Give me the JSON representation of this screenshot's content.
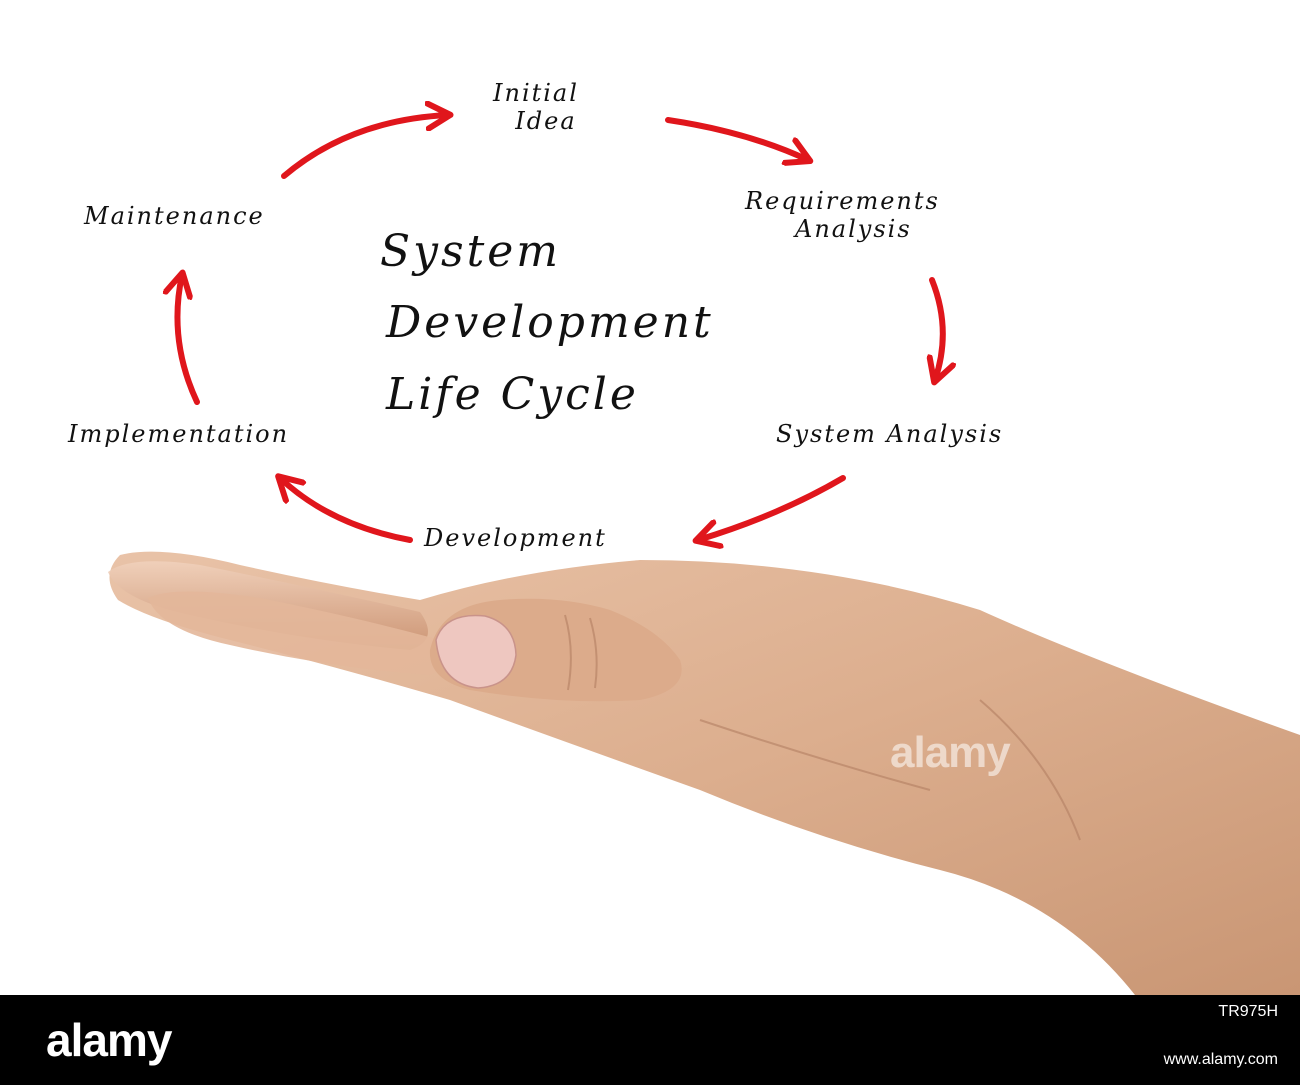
{
  "diagram": {
    "title_lines": [
      "System",
      "Development",
      "Life Cycle"
    ],
    "stages": {
      "initial_idea": [
        "Initial",
        "Idea"
      ],
      "requirements_analysis": [
        "Requirements",
        "Analysis"
      ],
      "system_analysis": "System Analysis",
      "development": "Development",
      "implementation": "Implementation",
      "maintenance": "Maintenance"
    },
    "arrow_color": "#e0161c"
  },
  "watermark": "alamy",
  "footer": {
    "logo": "alamy",
    "image_id": "TR975H",
    "site": "www.alamy.com"
  }
}
